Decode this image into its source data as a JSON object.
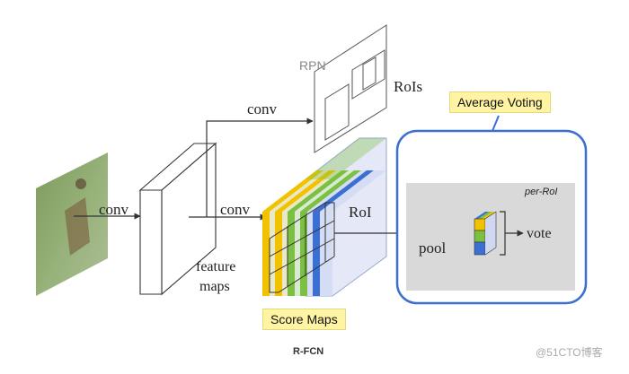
{
  "labels": {
    "rpn": "RPN",
    "rois": "RoIs",
    "conv_top": "conv",
    "conv_left": "conv",
    "conv_mid": "conv",
    "feature_maps_line1": "feature",
    "feature_maps_line2": "maps",
    "roi": "RoI",
    "score_maps": "Score Maps",
    "average_voting": "Average Voting",
    "per_roi": "per-RoI",
    "pool": "pool",
    "vote": "vote",
    "caption": "R-FCN",
    "watermark": "@51CTO博客"
  },
  "colors": {
    "score_map_layers": [
      "#f2c200",
      "#e9e9c8",
      "#7bc043",
      "#d8ead0",
      "#3b6fd1",
      "#d5ddf5"
    ],
    "highlight": "#fff4a3",
    "voting_border": "#3b6fd1",
    "per_roi_panel": "#d9d9d9"
  }
}
